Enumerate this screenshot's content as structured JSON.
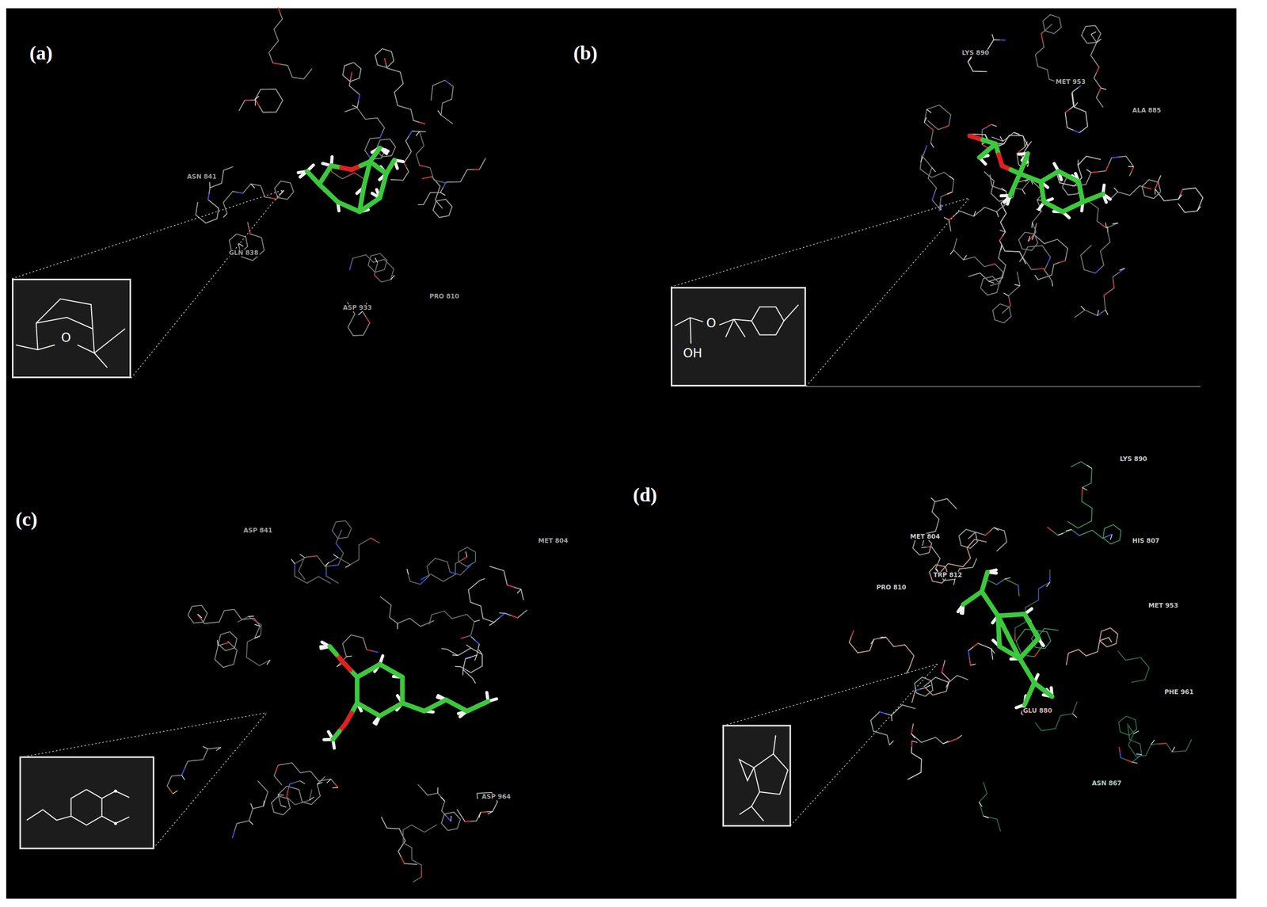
{
  "diagram": {
    "nodes": [
      {
        "text": [
          "O"
        ]
      },
      {
        "text": [
          "O",
          "OH"
        ]
      }
    ],
    "labels": [
      "(a)",
      "(b)",
      "(c)",
      "(d)",
      "ASN 841",
      "GLN 838",
      "PRO 810",
      "ASP 933",
      "LYS 890",
      "MET 953",
      "ALA 885",
      "ASP 841",
      "MET 804",
      "ASP 964",
      "MET 804",
      "LYS 890",
      "PRO 810",
      "TRP 812",
      "HIS 807",
      "MET 953",
      "PHE 961",
      "GLU 880",
      "ASN 867"
    ]
  }
}
